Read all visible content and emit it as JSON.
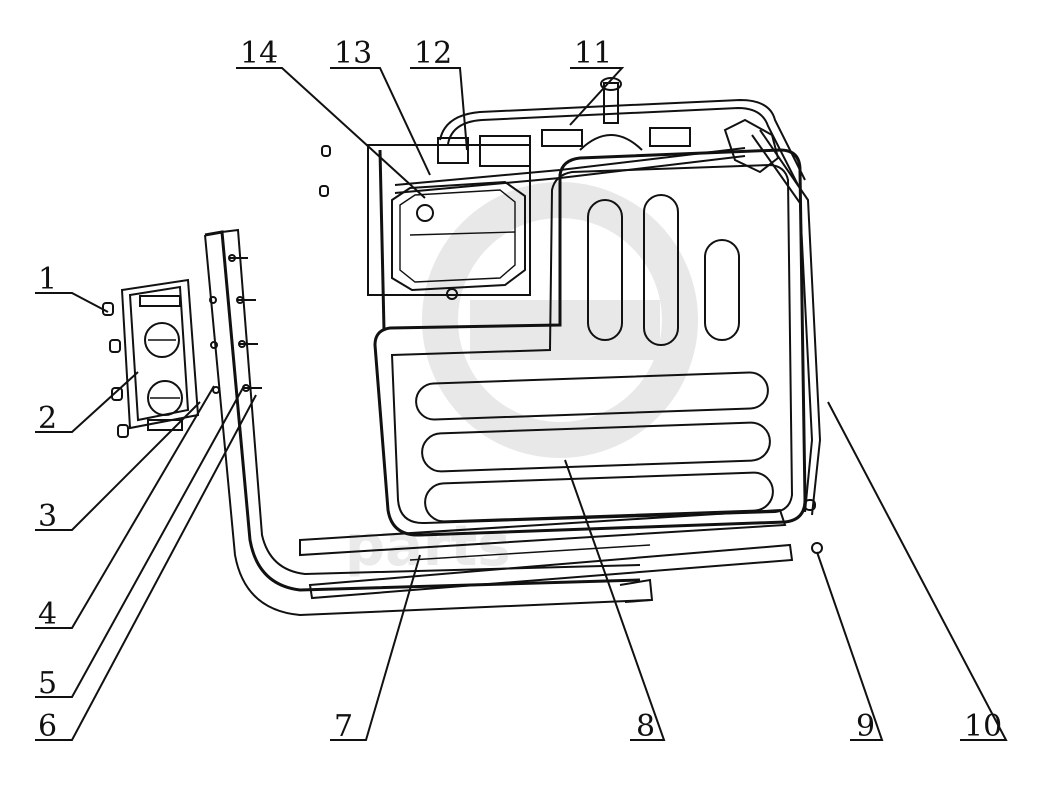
{
  "callouts": [
    {
      "id": "1",
      "text": "1"
    },
    {
      "id": "2",
      "text": "2"
    },
    {
      "id": "3",
      "text": "3"
    },
    {
      "id": "4",
      "text": "4"
    },
    {
      "id": "5",
      "text": "5"
    },
    {
      "id": "6",
      "text": "6"
    },
    {
      "id": "7",
      "text": "7"
    },
    {
      "id": "8",
      "text": "8"
    },
    {
      "id": "9",
      "text": "9"
    },
    {
      "id": "10",
      "text": "10"
    },
    {
      "id": "11",
      "text": "11"
    },
    {
      "id": "12",
      "text": "12"
    },
    {
      "id": "13",
      "text": "13"
    },
    {
      "id": "14",
      "text": "14"
    }
  ],
  "watermark": {
    "text": "parts"
  },
  "colors": {
    "line": "#111111",
    "watermark": "#d9d9d9",
    "background": "#ffffff"
  }
}
